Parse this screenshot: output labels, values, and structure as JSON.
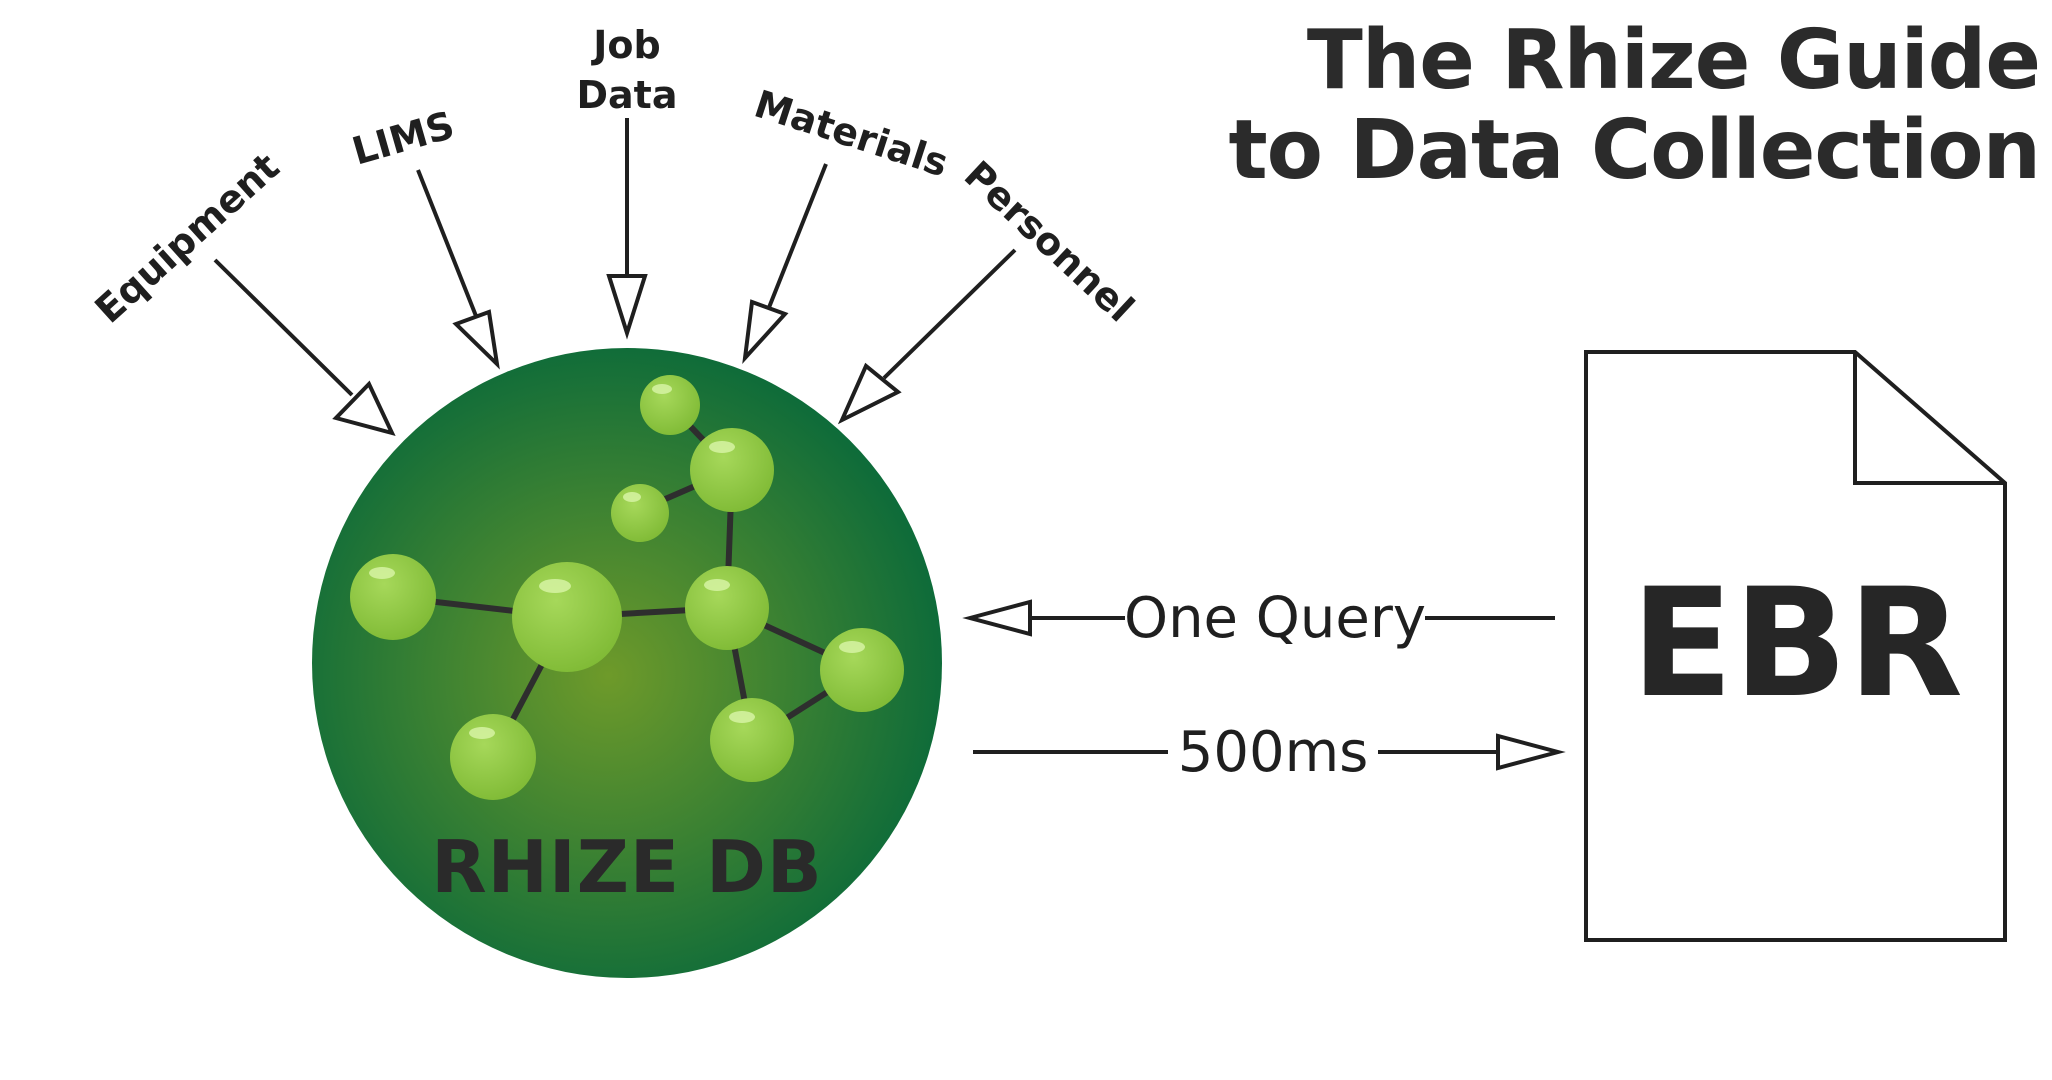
{
  "title": {
    "line1": "The Rhize Guide",
    "line2": "to Data Collection"
  },
  "sources": [
    {
      "label": "Equipment"
    },
    {
      "label": "LIMS"
    },
    {
      "label": "Job",
      "label2": "Data"
    },
    {
      "label": "Materials"
    },
    {
      "label": "Personnel"
    }
  ],
  "database": {
    "label": "RHIZE DB",
    "colors": {
      "center": "#6e9a2a",
      "edge": "#0b6a3a",
      "node": "#8cc63f",
      "node_highlight": "#c8ec8a",
      "bond": "#2e2e2e"
    }
  },
  "document": {
    "label": "EBR"
  },
  "flows": {
    "query_label": "One Query",
    "response_label": "500ms"
  },
  "colors": {
    "stroke": "#1f1f1f",
    "text": "#2b2b2b"
  }
}
